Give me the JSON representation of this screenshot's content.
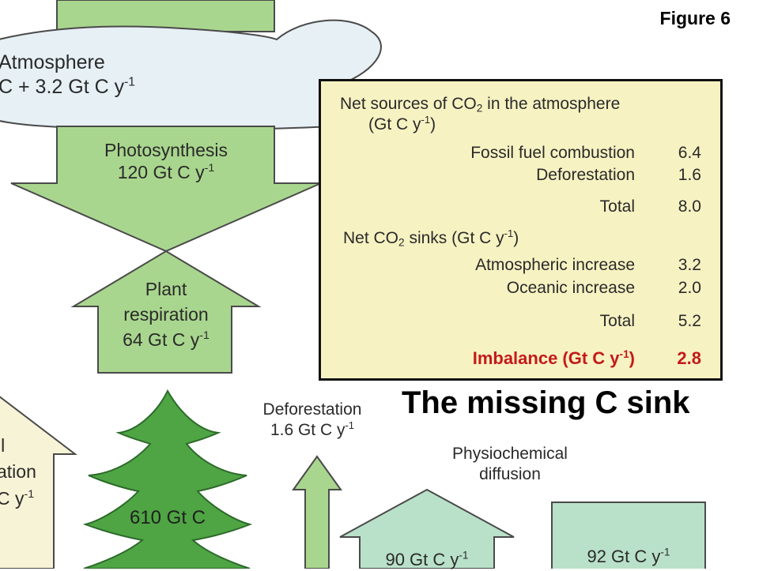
{
  "figure_label": "Figure 6",
  "atmosphere": {
    "line1": "Atmosphere",
    "line2": "C + 3.2 Gt C y",
    "line2_sup": "-1"
  },
  "arrows": {
    "photosynthesis": {
      "line1": "Photosynthesis",
      "line2": "120 Gt C y",
      "sup": "-1"
    },
    "plant_respiration": {
      "line1": "Plant",
      "line2": "respiration",
      "line3": "64 Gt C y",
      "sup": "-1"
    },
    "deforestation": {
      "line1": "Deforestation",
      "line2": "1.6 Gt C y",
      "sup": "-1"
    },
    "physiochemical": {
      "line1": "Physiochemical",
      "line2": "diffusion"
    },
    "ocean_up": {
      "text": "90 Gt C y",
      "sup": "-1"
    },
    "ocean_down": {
      "text": "92 Gt C y",
      "sup": "-1"
    },
    "soil_partial": {
      "line1": "il",
      "line2": "ation",
      "line3": "C y",
      "sup": "-1"
    }
  },
  "tree": {
    "label": "610 Gt C"
  },
  "panel": {
    "sources_title_a": "Net sources of CO",
    "sources_title_sub": "2",
    "sources_title_b": " in the atmosphere",
    "sources_units_a": "(Gt C y",
    "sources_units_sup": "-1",
    "sources_units_b": ")",
    "sources": [
      {
        "label": "Fossil fuel combustion",
        "value": "6.4"
      },
      {
        "label": "Deforestation",
        "value": "1.6"
      }
    ],
    "sources_total": {
      "label": "Total",
      "value": "8.0"
    },
    "sinks_title_a": "Net CO",
    "sinks_title_sub": "2",
    "sinks_title_b": " sinks (Gt C y",
    "sinks_title_sup": "-1",
    "sinks_title_c": ")",
    "sinks": [
      {
        "label": "Atmospheric increase",
        "value": "3.2"
      },
      {
        "label": "Oceanic increase",
        "value": "2.0"
      }
    ],
    "sinks_total": {
      "label": "Total",
      "value": "5.2"
    },
    "imbalance": {
      "label_a": "Imbalance (Gt C y",
      "label_sup": "-1",
      "label_b": ")",
      "value": "2.8"
    }
  },
  "caption": "The missing C sink",
  "colors": {
    "arrow_green": "#a9d68e",
    "tree_green": "#4fa544",
    "ocean_green": "#b9e1c9",
    "atmosphere_cloud": "#e6f0f5",
    "panel_bg": "#f7f2c2",
    "soil_bg": "#f7f3d6",
    "imbalance_red": "#c41a1a"
  }
}
